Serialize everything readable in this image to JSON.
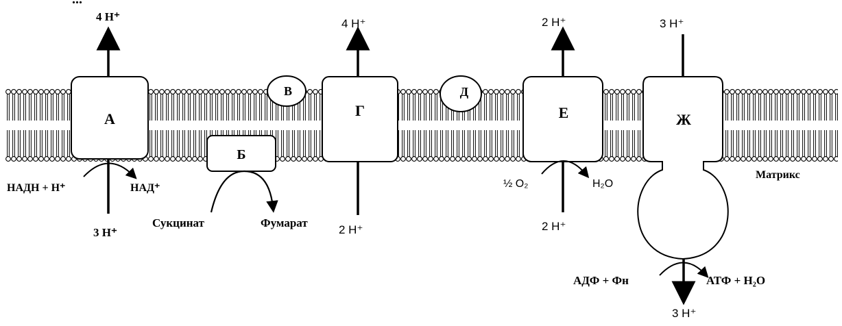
{
  "title_fragment": "...",
  "complexes": {
    "A": "А",
    "B": "Б",
    "V": "В",
    "G": "Г",
    "D": "Д",
    "E": "Е",
    "ZH": "Ж"
  },
  "labels": {
    "a_top": "4 Н⁺",
    "a_bottom": "3 Н⁺",
    "a_left_sub": "НАДН + Н⁺",
    "a_right_sub": "НАД⁺",
    "b_left_sub": "Сукцинат",
    "b_right_sub": "Фумарат",
    "g_top": "4 Н⁺",
    "g_bottom": "2 Н⁺",
    "e_top": "2 Н⁺",
    "e_bottom": "2 Н⁺",
    "e_left_sub": "½ O₂",
    "e_right_sub": "H₂O",
    "zh_top": "3 Н⁺",
    "zh_bottom": "3 Н⁺",
    "zh_left_sub": "АДФ + Фн",
    "zh_right_sub": "АТФ + Н₂О",
    "matrix": "Матрикс"
  }
}
